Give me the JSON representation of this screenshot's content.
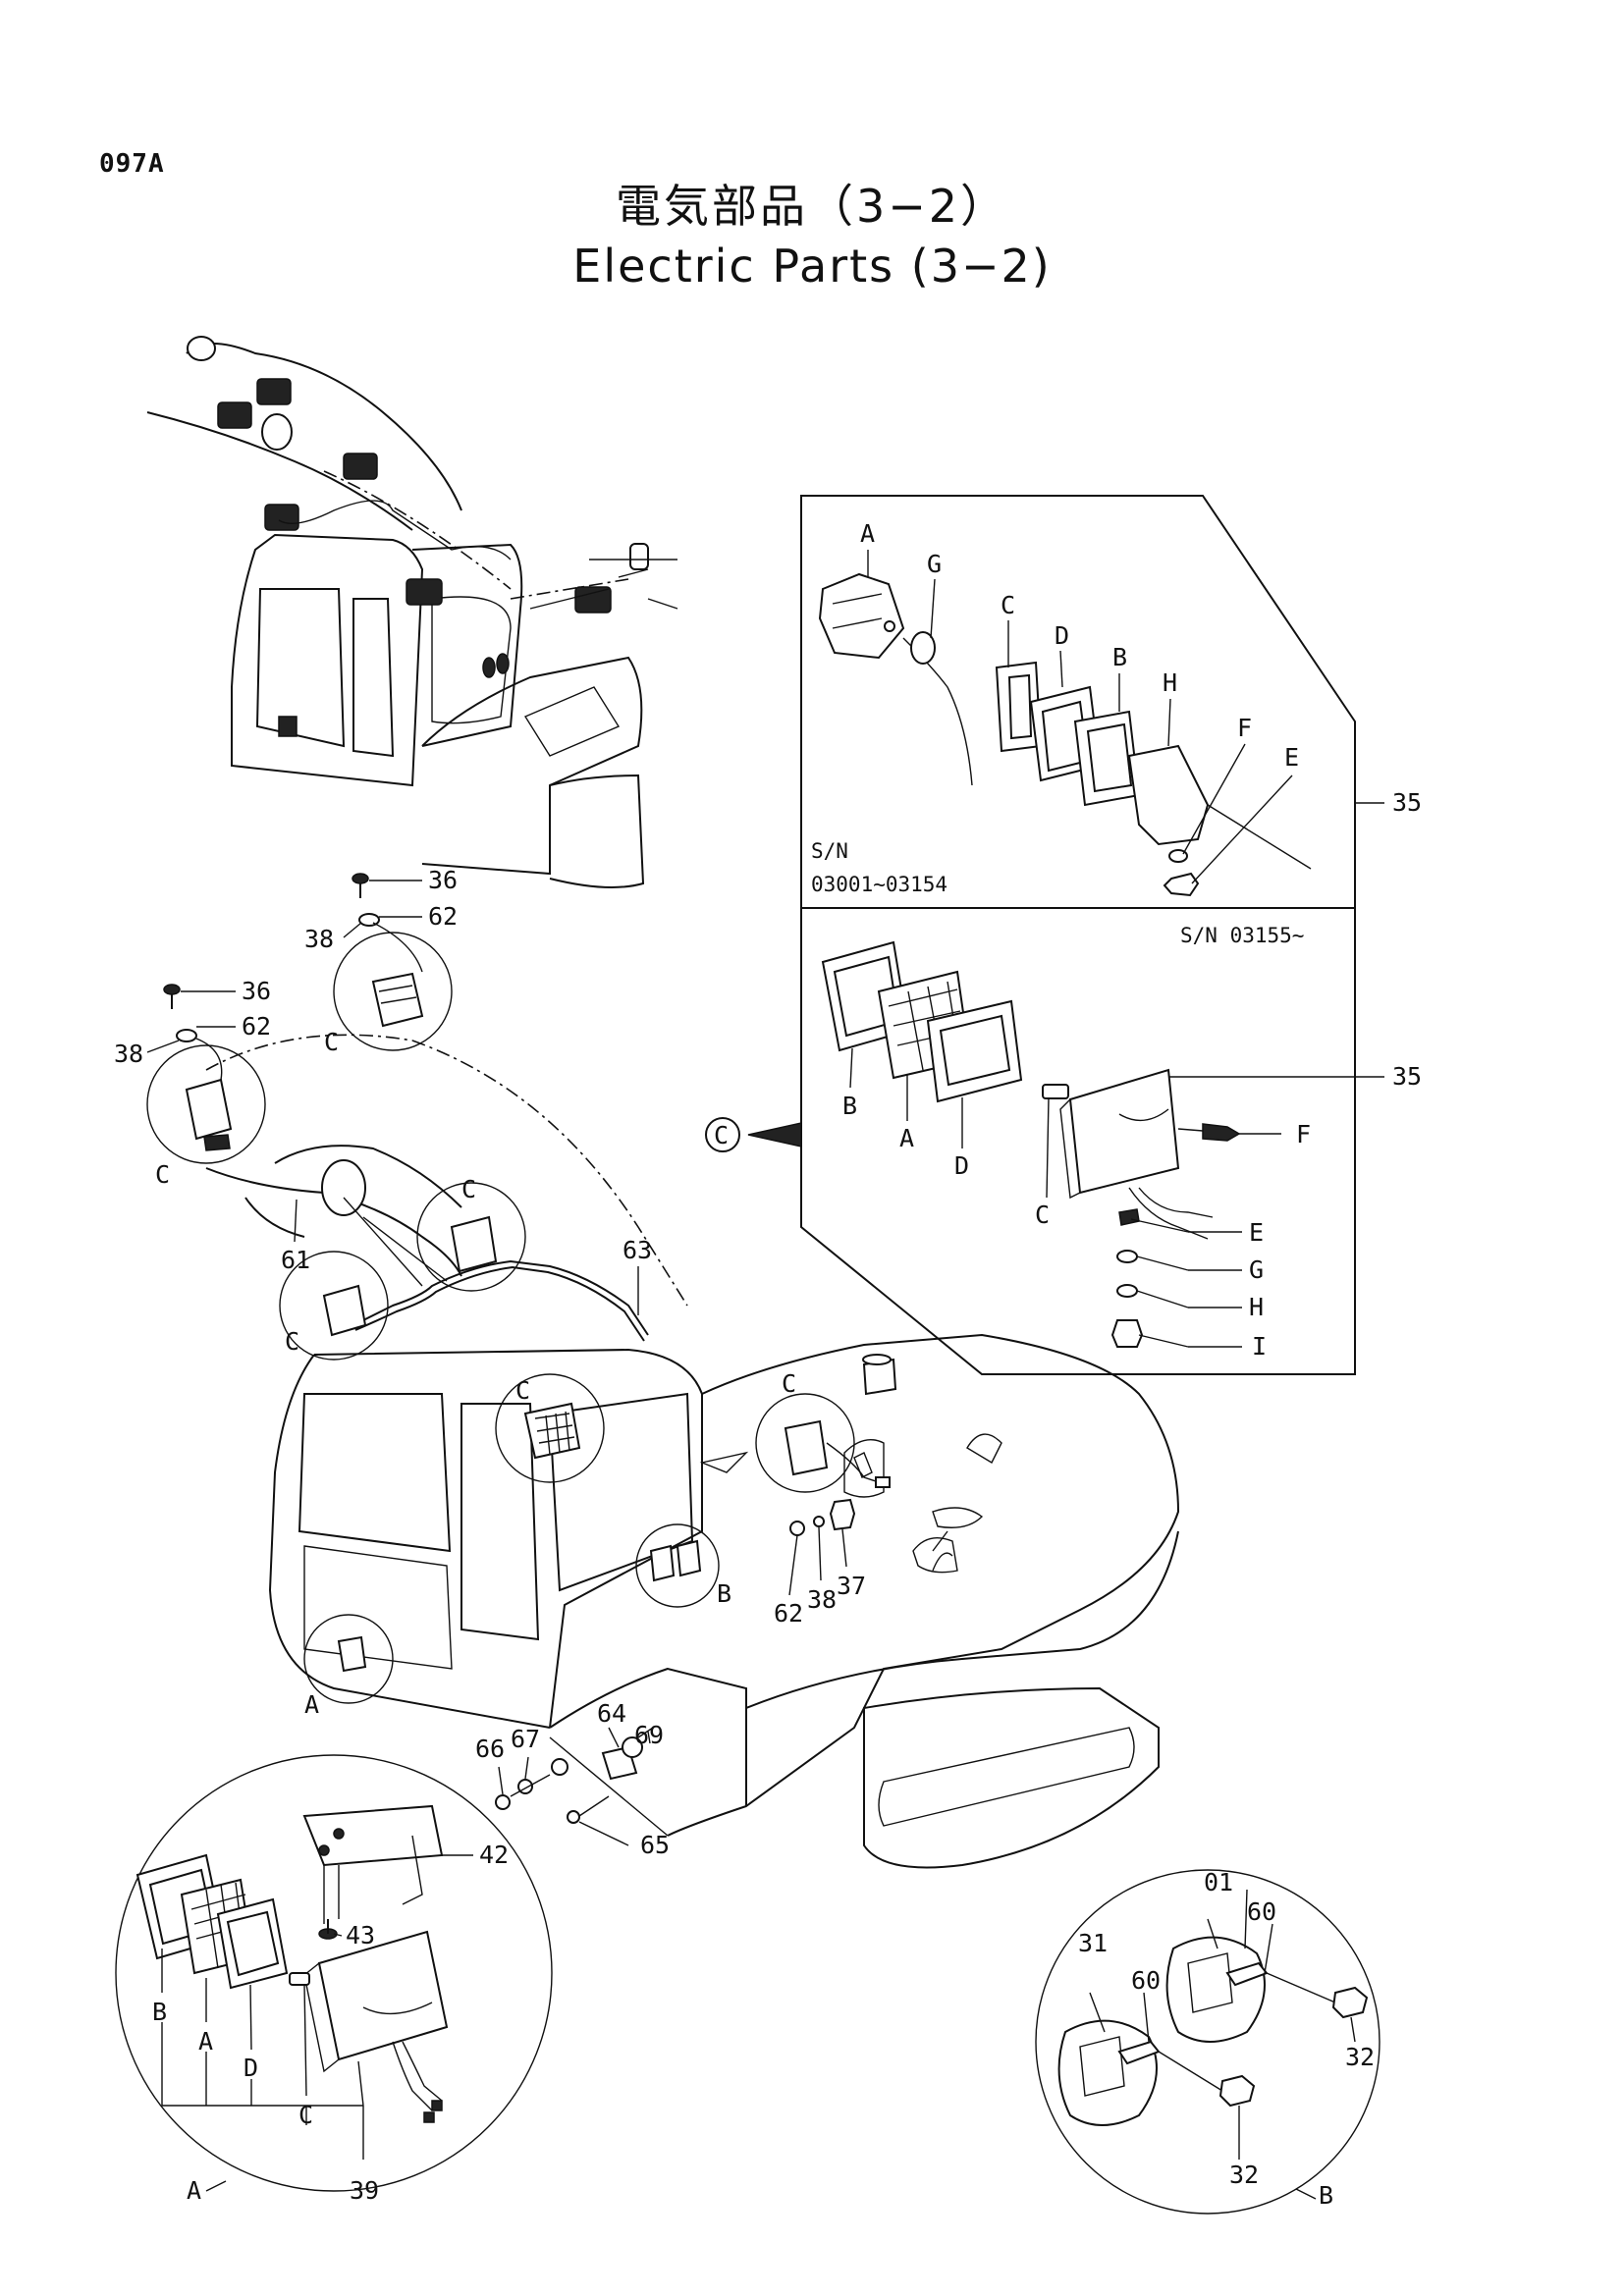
{
  "page_code": "097A",
  "title_jp": "電気部品（3−2）",
  "title_en": "Electric Parts (3−2)",
  "inset_upper": {
    "letters": [
      "A",
      "G",
      "C",
      "D",
      "B",
      "H",
      "F",
      "E"
    ],
    "sn_label": "S/N",
    "sn_range": "03001~03154",
    "ref": "35"
  },
  "inset_lower": {
    "sn": "S/N 03155~",
    "letters": [
      "B",
      "A",
      "D",
      "C",
      "F",
      "E",
      "G",
      "H",
      "I"
    ],
    "ref": "35",
    "callout": "C"
  },
  "callouts": {
    "c": "C",
    "a": "A",
    "b": "B"
  },
  "part_numbers": {
    "p36a": "36",
    "p62a": "62",
    "p38a": "38",
    "p36b": "36",
    "p62b": "62",
    "p38b": "38",
    "p61": "61",
    "p63": "63",
    "p62c": "62",
    "p38c": "38",
    "p37": "37",
    "p66": "66",
    "p67": "67",
    "p64": "64",
    "p69": "69",
    "p65": "65",
    "p42": "42",
    "p43": "43",
    "p39": "39",
    "p01": "01",
    "p60a": "60",
    "p31": "31",
    "p60b": "60",
    "p32a": "32",
    "p32b": "32"
  },
  "detail_a_letters": [
    "B",
    "A",
    "D",
    "C"
  ],
  "detail_a_label": "A",
  "detail_b_label": "B"
}
